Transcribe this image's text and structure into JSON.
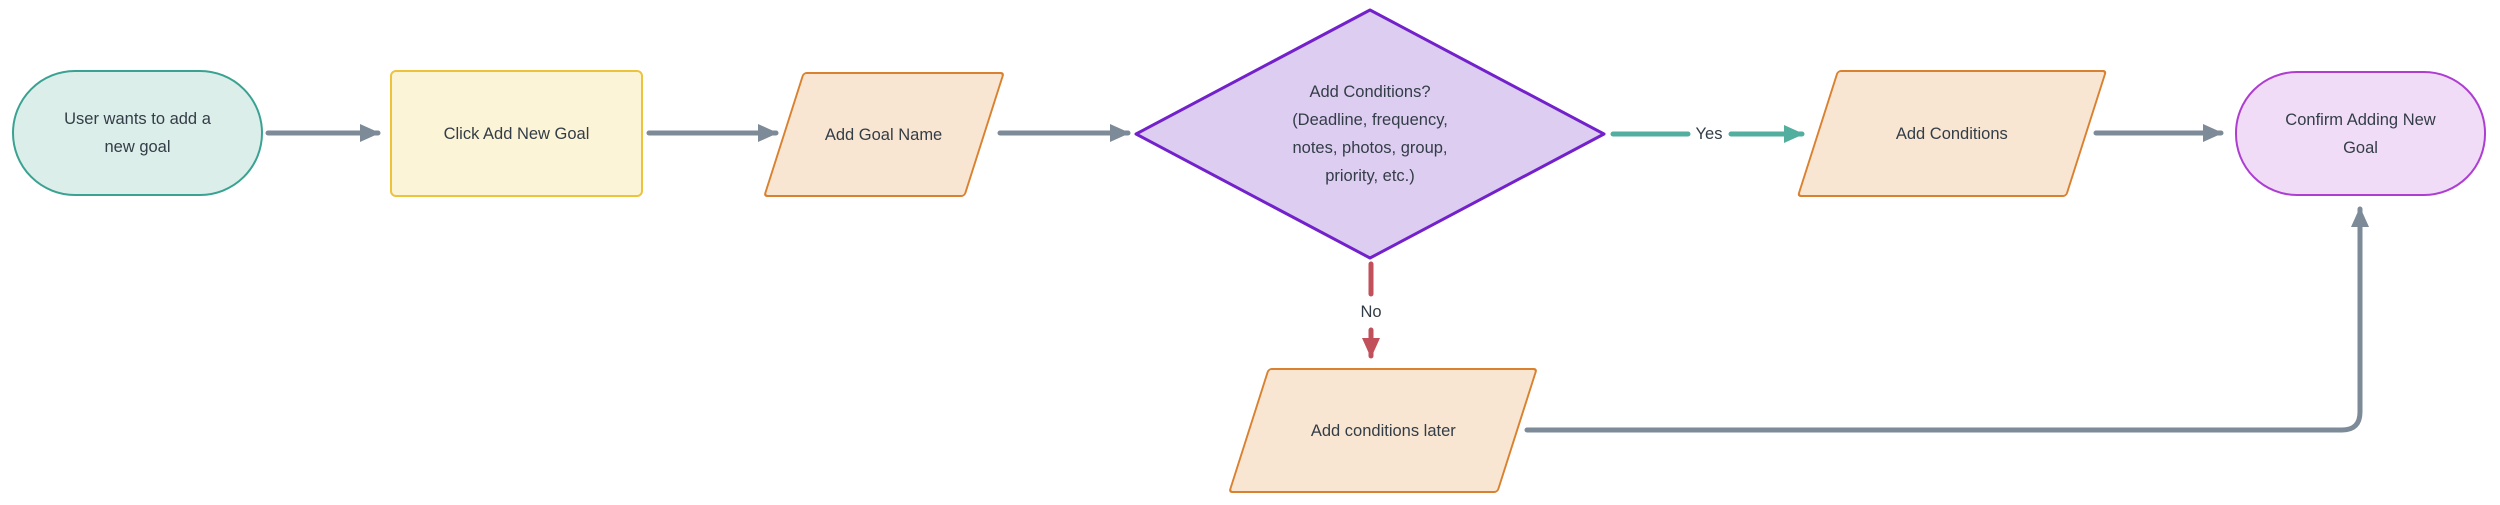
{
  "flowchart": {
    "background": "#ffffff",
    "text_color": "#333d47",
    "nodes": {
      "start": {
        "shape": "stadium",
        "label": "User wants to add a new goal",
        "lines": [
          "User wants to add a",
          "new goal"
        ],
        "fill": "#dceee9",
        "border": "#3aa292"
      },
      "click_add_new_goal": {
        "shape": "rectangle",
        "label": "Click Add New Goal",
        "fill": "#fcf4d6",
        "border": "#eec33c"
      },
      "add_goal_name": {
        "shape": "parallelogram",
        "label": "Add Goal Name",
        "fill": "#f8e5d2",
        "border": "#da8130"
      },
      "add_conditions_question": {
        "shape": "diamond",
        "label": "Add Conditions? (Deadline, frequency, notes, photos, group, priority, etc.)",
        "lines": [
          "Add Conditions?",
          "(Deadline, frequency,",
          "notes, photos, group,",
          "priority, etc.)"
        ],
        "fill": "#ddcdf1",
        "border": "#7221cb"
      },
      "add_conditions": {
        "shape": "parallelogram",
        "label": "Add Conditions",
        "fill": "#f8e5d2",
        "border": "#da8130"
      },
      "confirm": {
        "shape": "stadium",
        "label": "Confirm Adding New Goal",
        "lines": [
          "Confirm Adding New",
          "Goal"
        ],
        "fill": "#f1dcf7",
        "border": "#ad3ed1"
      },
      "add_conditions_later": {
        "shape": "parallelogram",
        "label": "Add conditions later",
        "fill": "#f8e5d2",
        "border": "#da8130"
      }
    },
    "edges": {
      "default_color": "#7d8a97",
      "yes": {
        "label": "Yes",
        "color": "#52ae9f"
      },
      "no": {
        "label": "No",
        "color": "#c1505a"
      }
    }
  }
}
